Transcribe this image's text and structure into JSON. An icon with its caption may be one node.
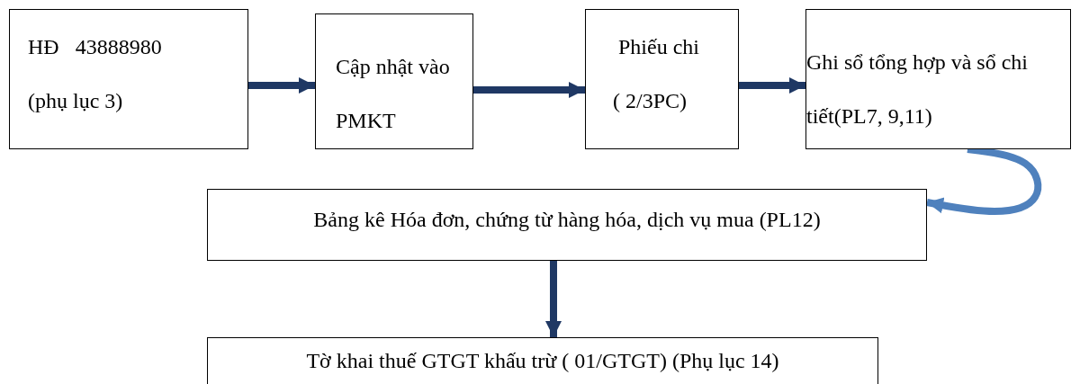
{
  "diagram": {
    "nodes": [
      {
        "text": [
          "HĐ   43888980",
          "(phụ lục 3)"
        ]
      },
      {
        "text": [
          "Cập nhật vào PMKT"
        ]
      },
      {
        "text": [
          "Phiếu chi",
          "( 2/3PC)"
        ]
      },
      {
        "text": [
          "Ghi sổ tổng hợp và sổ chi tiết(PL7, 9,11)"
        ]
      },
      {
        "text": [
          "Bảng kê Hóa đơn, chứng từ hàng hóa, dịch vụ mua (PL12)"
        ]
      },
      {
        "text": [
          "Tờ khai thuế GTGT khấu trừ ( 01/GTGT) (Phụ lục 14)"
        ]
      }
    ],
    "edges": [
      {
        "from": 0,
        "to": 1,
        "arrow": "to"
      },
      {
        "from": 1,
        "to": 2,
        "arrow": "to"
      },
      {
        "from": 2,
        "to": 3,
        "arrow": "to"
      },
      {
        "from": 3,
        "to": 4,
        "arrow": "to",
        "color": "#4f81bd"
      },
      {
        "from": 4,
        "to": 5,
        "arrow": "to"
      }
    ]
  }
}
